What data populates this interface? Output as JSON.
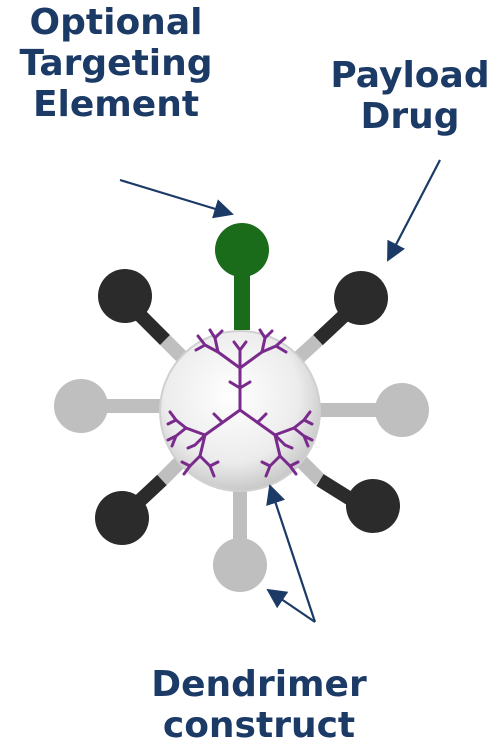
{
  "labels": {
    "targeting": [
      "Optional",
      "Targeting",
      "Element"
    ],
    "payload": [
      "Payload",
      "Drug"
    ],
    "dendrimer": [
      "Dendrimer",
      "construct"
    ]
  },
  "colors": {
    "text": "#1b3a66",
    "targeting": "#1a6b1a",
    "payload": "#2b2b2b",
    "branch": "#bfbfbf",
    "dendrimer": "#7a2a8c",
    "arrow": "#1b3a66"
  }
}
